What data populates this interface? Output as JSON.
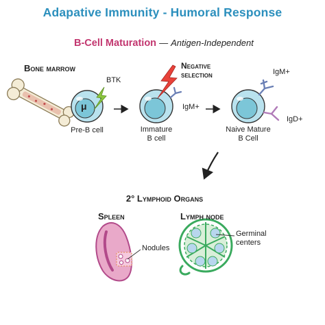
{
  "title": "Adapative Immunity - Humoral Response",
  "subtitle": {
    "main": "B-Cell Maturation",
    "separator": "—",
    "detail": "Antigen-Independent"
  },
  "labels": {
    "bone_marrow": "Bone marrow",
    "negative_selection_line1": "Negative",
    "negative_selection_line2": "selection",
    "btk": "BTK",
    "mu": "μ",
    "pre_b_cell": "Pre-B cell",
    "igm_immature": "IgM+",
    "immature_line1": "Immature",
    "immature_line2": "B cell",
    "igm_naive": "IgM+",
    "igd_naive": "IgD+",
    "naive_line1": "Naive Mature",
    "naive_line2": "B Cell",
    "secondary_lymphoid": "2° Lymphoid Organs",
    "spleen": "Spleen",
    "lymph_node": "Lymph node",
    "nodules": "Nodules",
    "germinal_line1": "Germinal",
    "germinal_line2": "centers"
  },
  "colors": {
    "title": "#2b8fbd",
    "subtitle_accent": "#c2366f",
    "cell_fill": "#b9e2ee",
    "nucleus_fill": "#7cc6d8",
    "btk_lightning": "#8cc63f",
    "negative_lightning": "#e8423a",
    "igm_receptor": "#6a7fb5",
    "igd_receptor": "#b07ab8",
    "spleen": "#b24a8a",
    "lymph_node": "#3aaa5e"
  }
}
